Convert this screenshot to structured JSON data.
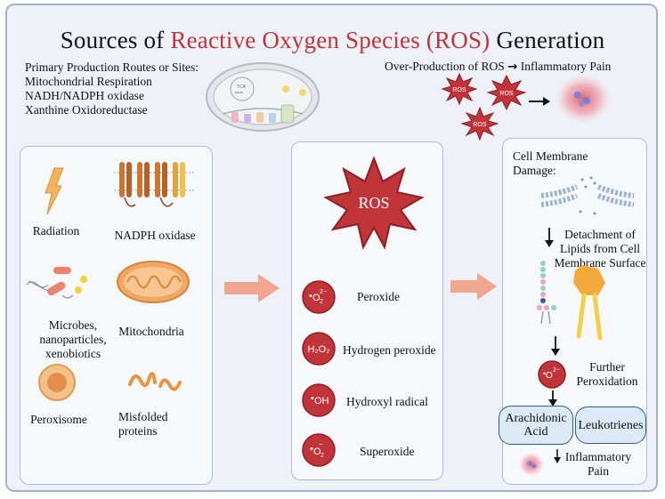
{
  "title": {
    "part1": "Sources of ",
    "part2": "Reactive Oxygen Species (ROS)",
    "part3": " Generation"
  },
  "routes": {
    "heading": "Primary Production Routes or Sites:",
    "items": [
      "Mitochondrial Respiration",
      "NADH/NADPH oxidase",
      "Xanthine Oxidoreductase"
    ]
  },
  "overproduction": {
    "text": "Over-Production of ROS",
    "arrow": "→",
    "result": "Inflammatory Pain",
    "star_label": "ROS"
  },
  "sources": {
    "radiation": "Radiation",
    "nadph": "NADPH oxidase",
    "microbes": [
      "Microbes,",
      "nanoparticles,",
      "xenobiotics"
    ],
    "mitochondria": "Mitochondria",
    "peroxisome": "Peroxisome",
    "misfolded": [
      "Misfolded",
      "proteins"
    ]
  },
  "ros": {
    "label": "ROS",
    "species": [
      {
        "symbol_main": "O",
        "symbol_sub": "2",
        "symbol_sup": "2−",
        "dot": "•",
        "name": "Peroxide"
      },
      {
        "symbol_main": "H₂O₂",
        "name": "Hydrogen peroxide"
      },
      {
        "symbol_main": "OH",
        "dot": "•",
        "name": "Hydroxyl radical"
      },
      {
        "symbol_main": "O",
        "symbol_sub": "2",
        "symbol_sup": "−",
        "dot": "•",
        "name": "Superoxide"
      }
    ]
  },
  "damage": {
    "heading": [
      "Cell Membrane",
      "Damage:"
    ],
    "detachment": [
      "Detachment of",
      "Lipids from Cell",
      "Membrane Surface"
    ],
    "further": [
      "Further",
      "Peroxidation"
    ],
    "arachidonic": [
      "Arachidonic",
      "Acid"
    ],
    "leukotrienes": "Leukotrienes",
    "pain": [
      "Inflammatory",
      "Pain"
    ]
  },
  "colors": {
    "frame_bg": "#eef2f8",
    "panel_border": "#aebfd3",
    "ros_red": "#c0343a",
    "arrow_salmon": "#f2a58e",
    "pill_border": "#2f5c88"
  }
}
